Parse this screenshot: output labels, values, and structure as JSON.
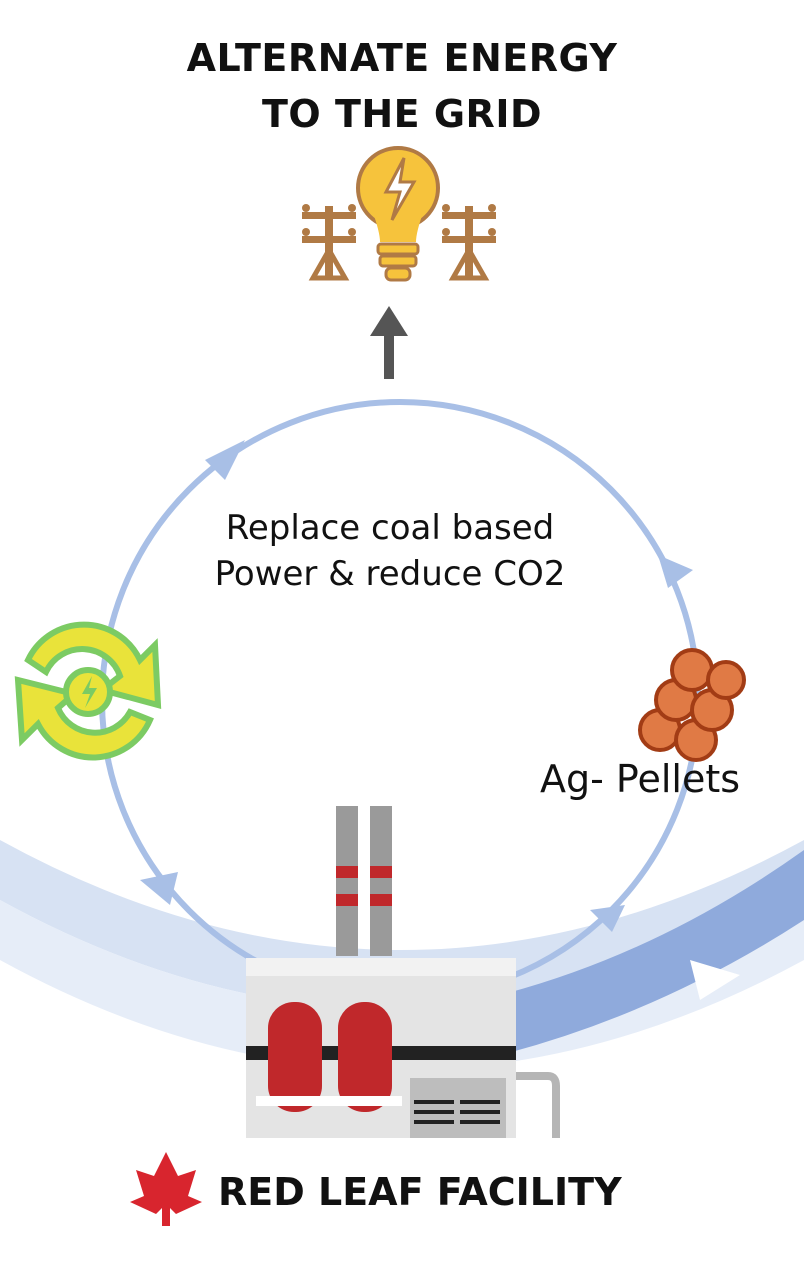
{
  "title": {
    "line1": "ALTERNATE ENERGY",
    "line2": "TO THE GRID"
  },
  "cycle": {
    "center_line1": "Replace coal based",
    "center_line2": "Power & reduce CO2"
  },
  "pellets": {
    "label": "Ag- Pellets",
    "icon": "wood-logs-icon"
  },
  "facility": {
    "label": "RED LEAF FACILITY",
    "icon": "maple-leaf-icon"
  },
  "icons": {
    "grid": "lightbulb-and-power-poles-icon",
    "up_arrow": "arrow-up-icon",
    "recycle": "energy-recycle-icon",
    "factory": "factory-icon"
  },
  "colors": {
    "cycle_blue": "#9FB7E2",
    "band_blue": "#8FAADC",
    "band_light": "#D7E2F3",
    "bulb_yellow": "#F6C33C",
    "pole_brown": "#B07A45",
    "arrow_gray": "#555555",
    "recycle_green": "#7CCB63",
    "recycle_yellow": "#E9E33A",
    "log_orange": "#D9622B",
    "factory_red": "#C0282B",
    "leaf_red": "#D8252E"
  }
}
